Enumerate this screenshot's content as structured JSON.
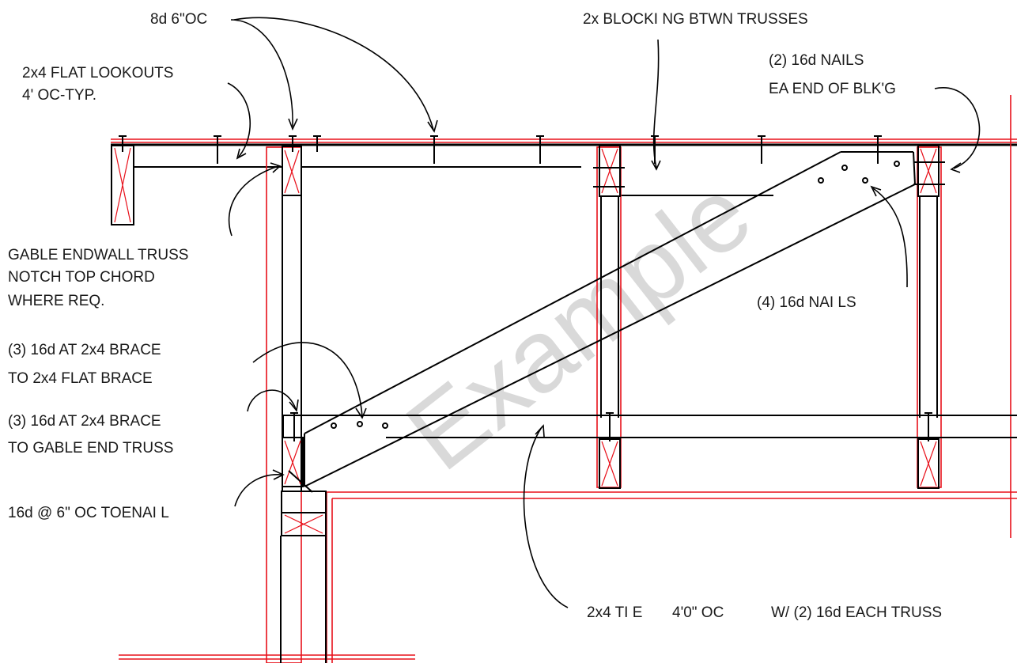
{
  "watermark": "Example",
  "labels": {
    "nails_8d": "8d 6\"OC",
    "blocking": "2x BLOCKI NG BTWN TRUSSES",
    "lookouts_1": "2x4 FLAT LOOKOUTS",
    "lookouts_2": "4' OC-TYP.",
    "nails_16d_1": "(2) 16d NAILS",
    "nails_16d_2": "EA END OF BLK'G",
    "gable_1": "GABLE ENDWALL TRUSS",
    "gable_2": "NOTCH TOP CHORD",
    "gable_3": "WHERE REQ.",
    "four_nails": "(4) 16d NAI LS",
    "brace_flat_1": "(3) 16d AT 2x4 BRACE",
    "brace_flat_2": "TO 2x4 FLAT BRACE",
    "brace_gable_1": "(3) 16d AT 2x4 BRACE",
    "brace_gable_2": "TO GABLE END TRUSS",
    "toenail": "16d @ 6\" OC TOENAI L",
    "tie_1": "2x4 TI E",
    "tie_2": "4'0\" OC",
    "tie_3": "W/ (2) 16d EACH TRUSS"
  },
  "colors": {
    "line": "#000000",
    "red": "#e8101a",
    "watermark": "#d9d9d9"
  }
}
